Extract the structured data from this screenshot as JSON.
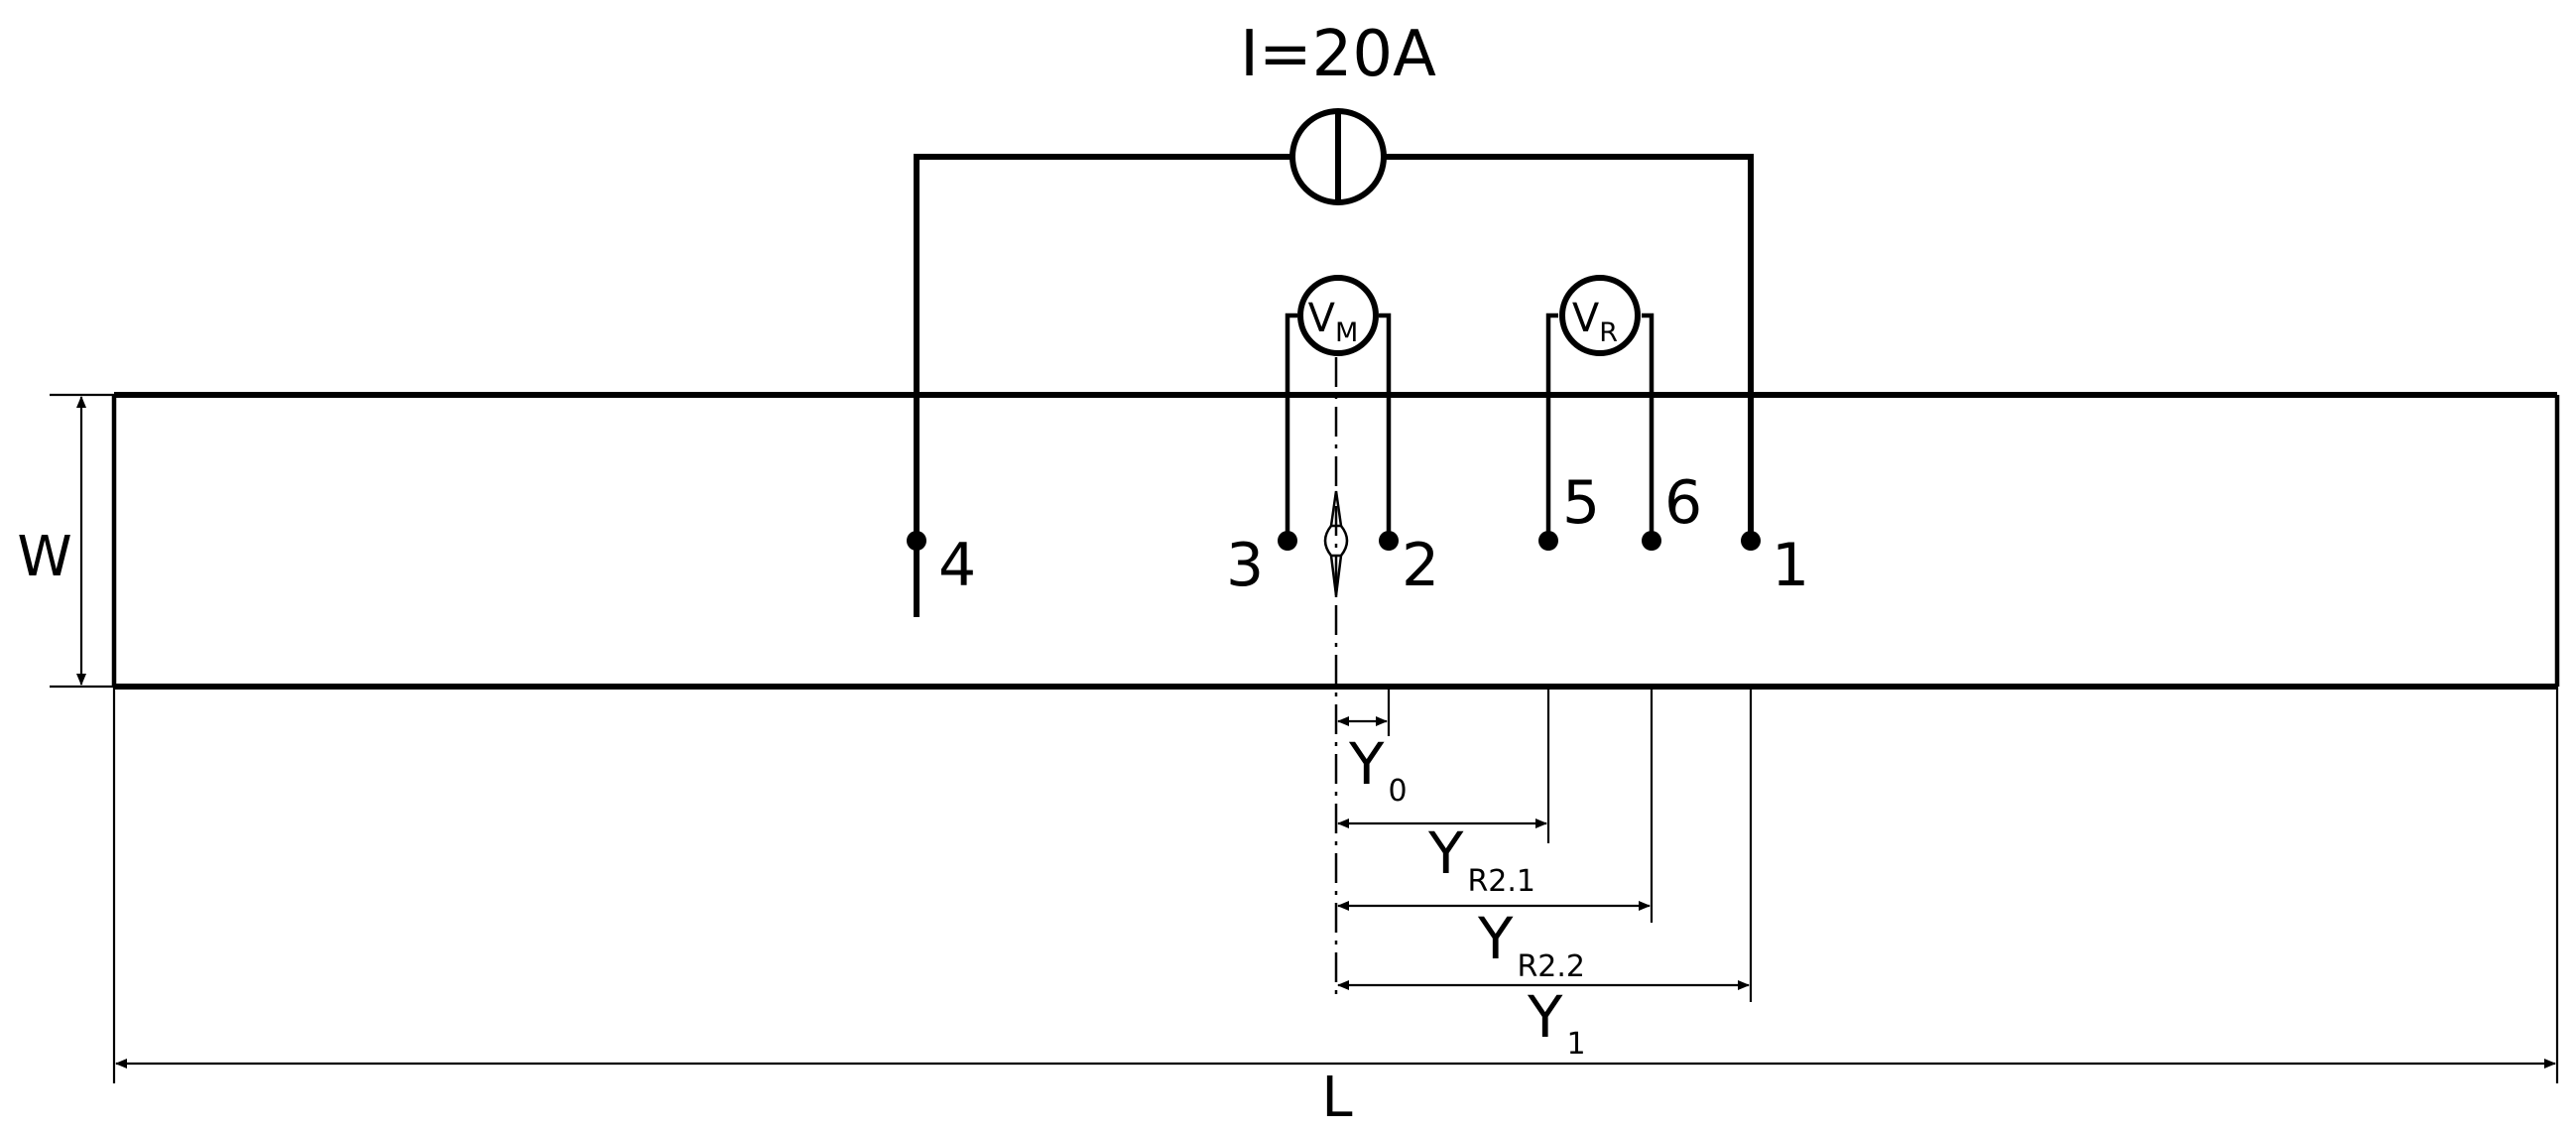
{
  "current": {
    "label": "I=20A"
  },
  "voltmeters": {
    "vm": {
      "main": "V",
      "sub": "M"
    },
    "vr": {
      "main": "V",
      "sub": "R"
    }
  },
  "probes": [
    {
      "id": "1",
      "label": "1"
    },
    {
      "id": "2",
      "label": "2"
    },
    {
      "id": "3",
      "label": "3"
    },
    {
      "id": "4",
      "label": "4"
    },
    {
      "id": "5",
      "label": "5"
    },
    {
      "id": "6",
      "label": "6"
    }
  ],
  "dimensions": {
    "width": "W",
    "length": "L",
    "y0": {
      "main": "Y",
      "sub": "0"
    },
    "yr21": {
      "main": "Y",
      "sub": "R2.1"
    },
    "yr22": {
      "main": "Y",
      "sub": "R2.2"
    },
    "y1": {
      "main": "Y",
      "sub": "1"
    }
  }
}
